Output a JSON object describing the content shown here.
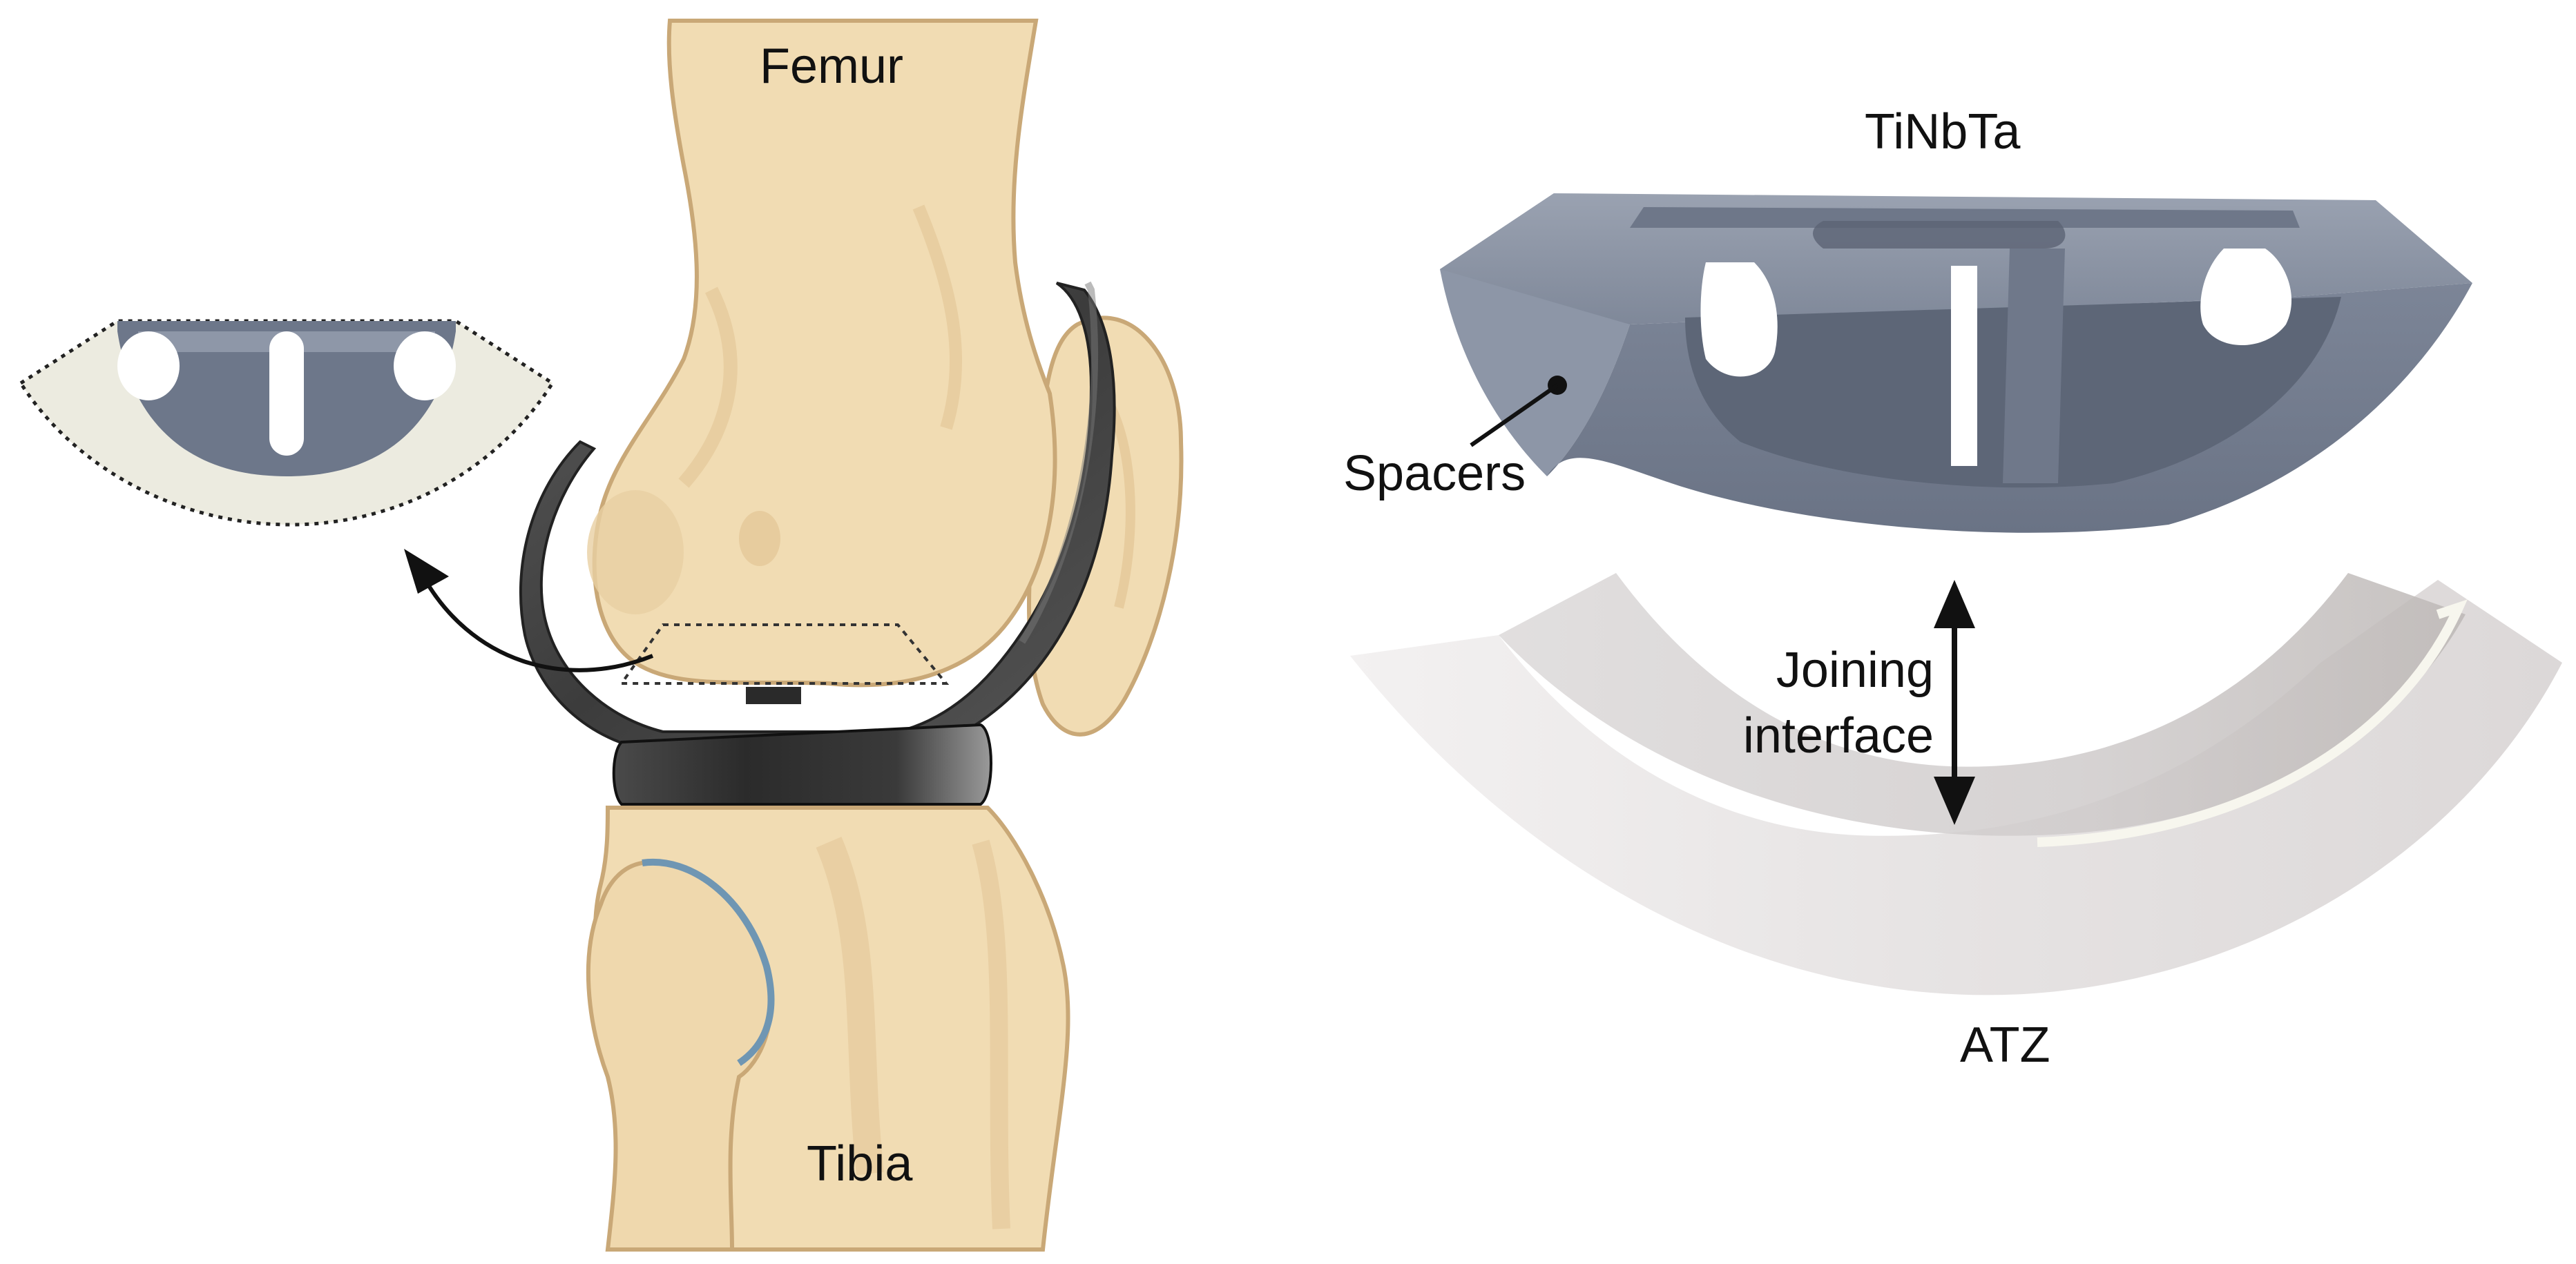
{
  "labels": {
    "femur": "Femur",
    "tibia": "Tibia",
    "tinbta": "TiNbTa",
    "spacers": "Spacers",
    "joining_line1": "Joining",
    "joining_line2": "interface",
    "atz": "ATZ"
  },
  "colors": {
    "bone": "#f1dcb3",
    "bone_shade": "#e2c595",
    "bone_outline": "#c9a877",
    "implant_dark": "#3f3f3f",
    "implant_mid": "#6e6e6e",
    "metal": "#7b8496",
    "metal_light": "#a3abb8",
    "metal_dark": "#5b6374",
    "ceramic": "#e9e7e6",
    "ceramic_shade": "#d7d3d2",
    "liner": "#ecebe0",
    "cartilage_line": "#6f96b3",
    "text": "#111111"
  }
}
